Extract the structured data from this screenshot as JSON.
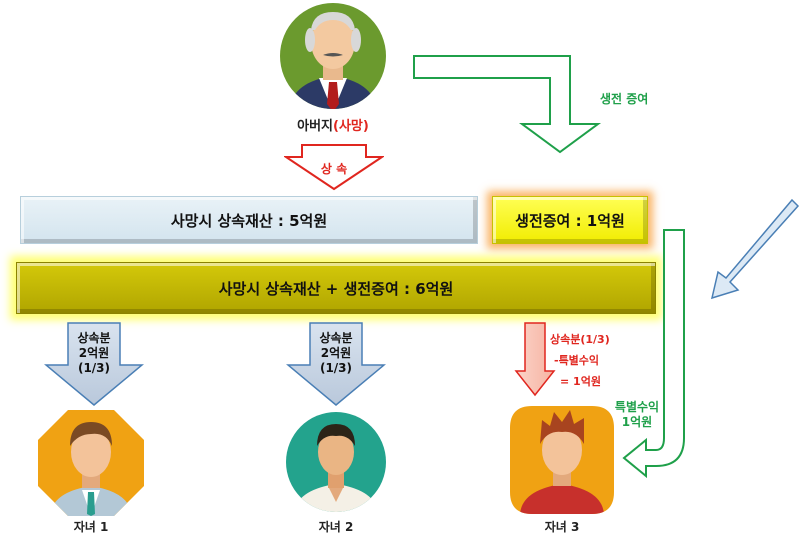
{
  "father": {
    "name": "아버지",
    "status": "(사망)"
  },
  "arrows": {
    "inherit": "상 속",
    "lifetime_gift": "생전 증여",
    "special_benefit_line1": "특별수익",
    "special_benefit_line2": "1억원"
  },
  "bars": {
    "inherit_assets": "사망시 상속재산 : 5억원",
    "lifetime_gift": "생전증여 : 1억원",
    "total": "사망시 상속재산 + 생전증여 : 6억원"
  },
  "children": [
    {
      "name": "자녀 1",
      "share_line1": "상속분",
      "share_line2": "2억원",
      "share_line3": "(1/3)"
    },
    {
      "name": "자녀 2",
      "share_line1": "상속분",
      "share_line2": "2억원",
      "share_line3": "(1/3)"
    },
    {
      "name": "자녀 3",
      "share_line1": "상속분(1/3)",
      "share_line2": "-특별수익",
      "share_line3": "= 1억원"
    }
  ],
  "colors": {
    "red": "#e0261f",
    "green": "#1fa04a",
    "blue_glow": "#78c8f5",
    "yellow": "#f1ec00",
    "olive": "#b0a500"
  }
}
